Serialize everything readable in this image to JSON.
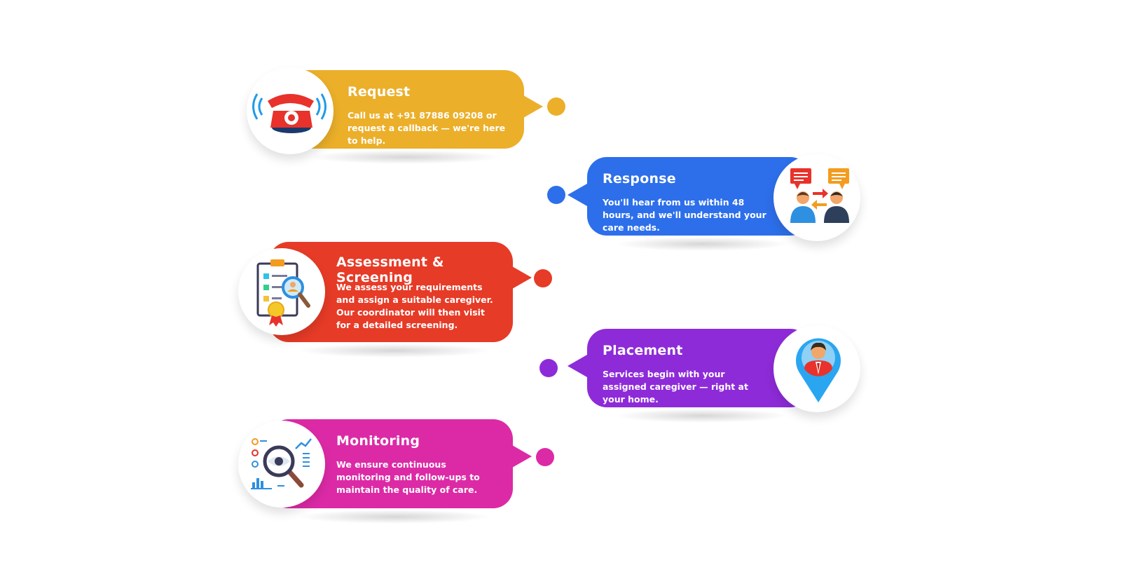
{
  "steps": [
    {
      "title": "Request",
      "description": "Call us at +91 87886 09208 or request a callback — we're here to help.",
      "color": "#EBAF2A",
      "icon": "telephone-icon"
    },
    {
      "title": "Response",
      "description": "You'll hear from us within 48 hours, and we'll understand your care needs.",
      "color": "#2D6FEA",
      "icon": "conversation-icon"
    },
    {
      "title": "Assessment & Screening",
      "description": "We assess your requirements and assign a suitable caregiver. Our coordinator will then visit for a detailed screening.",
      "color": "#E63B27",
      "icon": "clipboard-icon"
    },
    {
      "title": "Placement",
      "description": "Services begin with your assigned caregiver — right at your home.",
      "color": "#8E2BD8",
      "icon": "location-pin-icon"
    },
    {
      "title": "Monitoring",
      "description": "We ensure continuous monitoring and follow-ups to maintain the quality of care.",
      "color": "#DC2AA6",
      "icon": "monitoring-icon"
    }
  ]
}
